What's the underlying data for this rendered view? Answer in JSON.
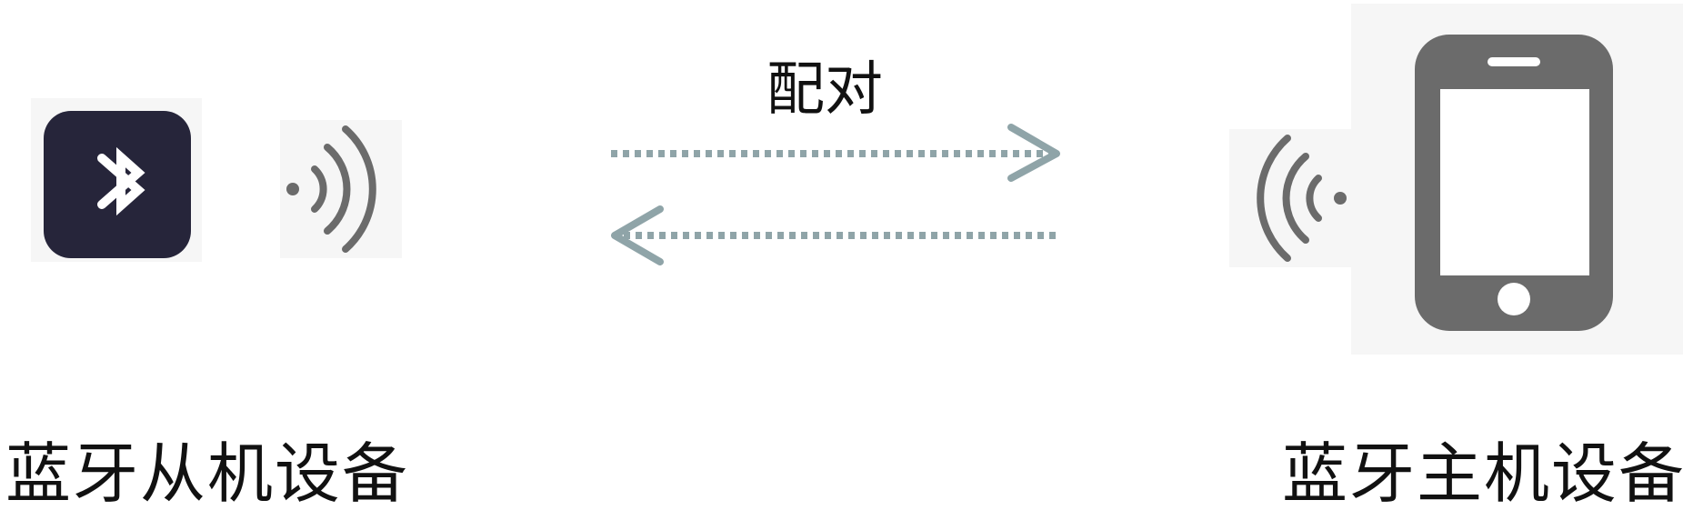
{
  "diagram": {
    "pair_label": "配对",
    "slave_label": "蓝牙从机设备",
    "master_label": "蓝牙主机设备"
  },
  "colors": {
    "bluetooth_tile": "#26253a",
    "icon_gray": "#6b6b6b",
    "arrow": "#8fa4a8",
    "icon_bg": "#f6f6f6"
  },
  "icons": {
    "slave_icon": "bluetooth-icon",
    "slave_signal": "wireless-signal-right-icon",
    "master_signal": "wireless-signal-left-icon",
    "master_icon": "smartphone-icon"
  }
}
